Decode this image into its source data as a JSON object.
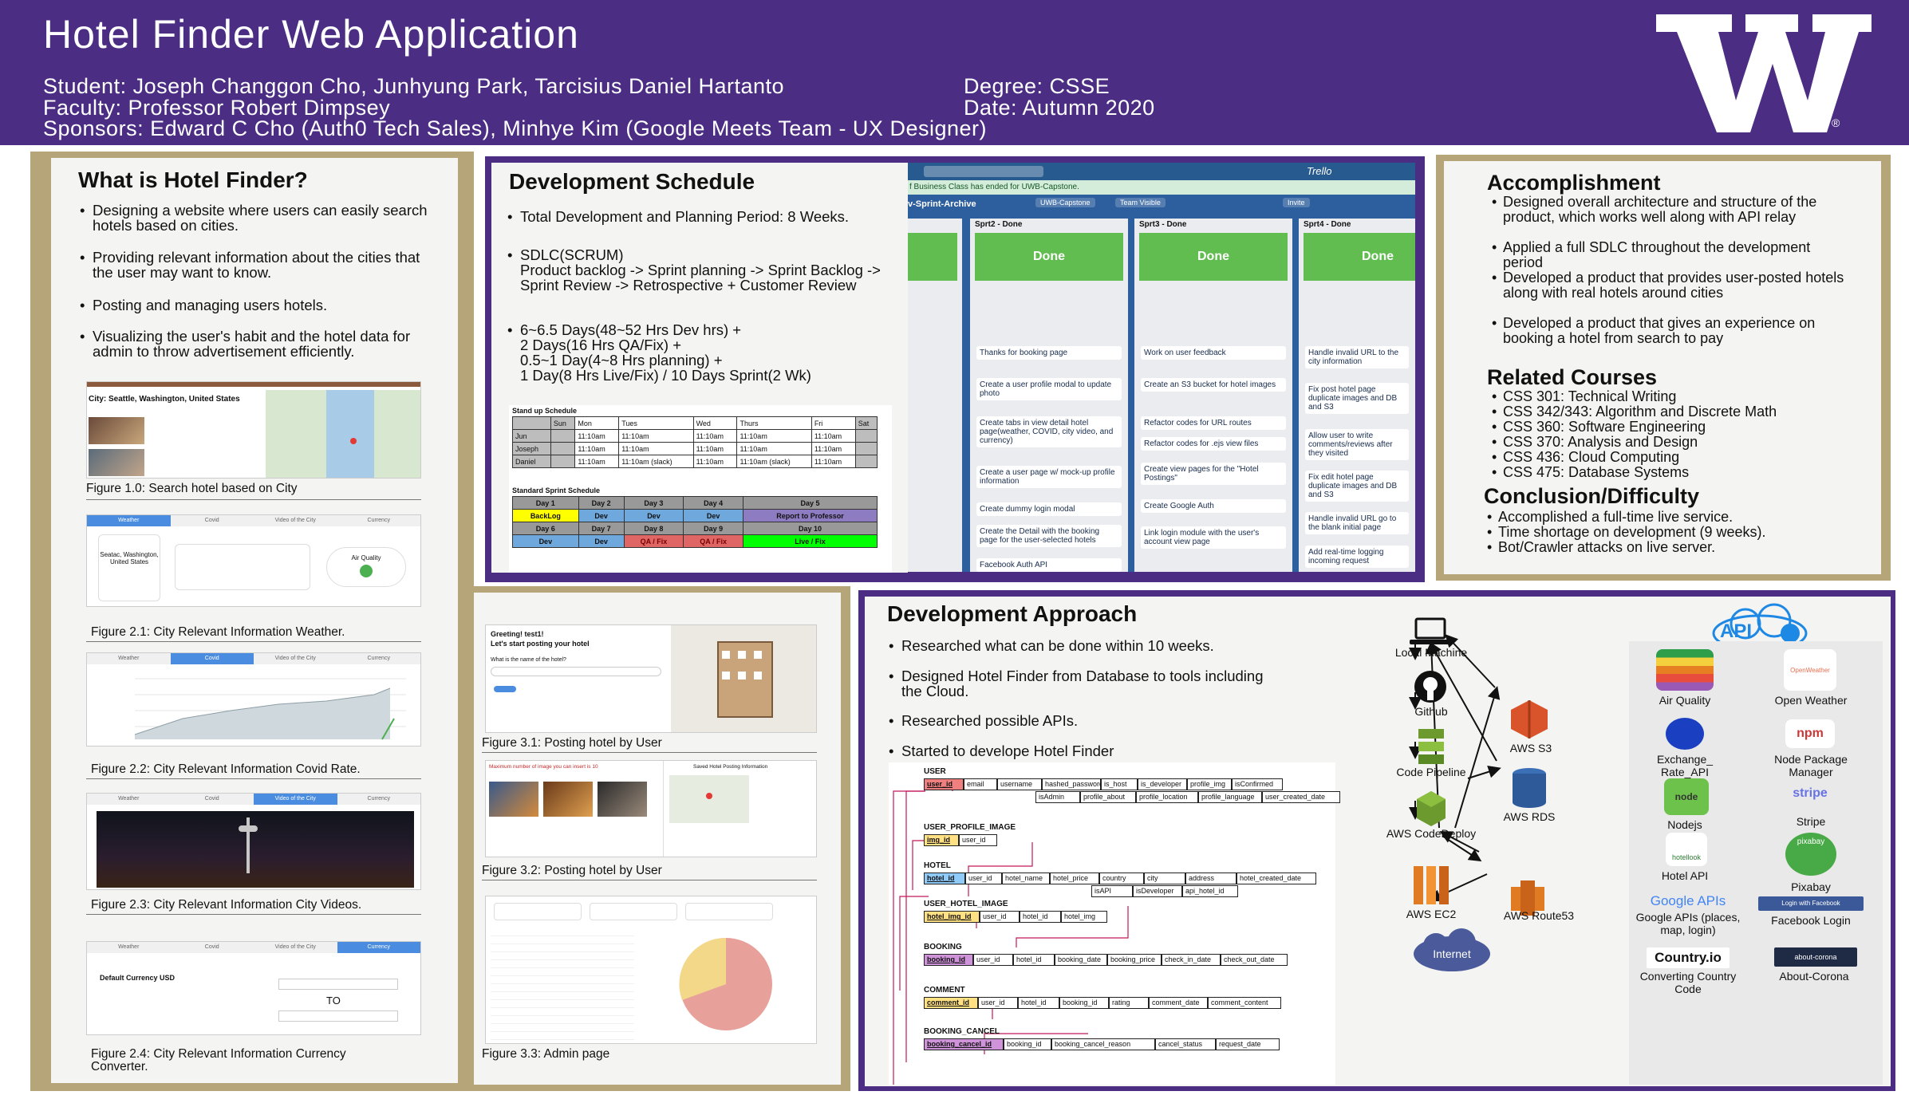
{
  "header": {
    "title": "Hotel Finder Web Application",
    "student": "Student: Joseph Changgon Cho, Junhyung Park, Tarcisius Daniel Hartanto",
    "faculty": "Faculty: Professor Robert Dimpsey",
    "sponsors": "Sponsors: Edward C Cho (Auth0 Tech Sales), Minhye Kim (Google Meets Team - UX Designer)",
    "degree": "Degree: CSSE",
    "date": "Date: Autumn 2020",
    "logo_text": "W",
    "logo_mark": "®"
  },
  "what": {
    "title": "What is Hotel Finder?",
    "bullets": [
      "Designing a website where users can easily search hotels based on cities.",
      "Providing relevant information about the cities that the user may want to know.",
      "Posting and managing users hotels.",
      "Visualizing the user's habit and the hotel data for admin to throw advertisement efficiently."
    ],
    "fig1_city": "City: Seattle, Washington, United States",
    "fig1": "Figure 1.0: Search hotel based on City",
    "tabs": [
      "Weather",
      "Covid",
      "Video of the City",
      "Currency"
    ],
    "fig21": "Figure 2.1: City Relevant Information Weather.",
    "fig22": "Figure 2.2: City Relevant Information Covid Rate.",
    "fig23": "Figure 2.3: City Relevant Information City Videos.",
    "fig24": "Figure 2.4: City Relevant Information Currency Converter.",
    "weather_city": "Seatac, Washington, United States",
    "air_quality": "Air Quality",
    "currency_default": "Default Currency USD",
    "currency_to": "TO",
    "fig31_greeting": "Greeting! test1!",
    "fig31_sub": "Let's start posting your hotel",
    "fig31_q": "What is the name of the hotel?",
    "fig31": "Figure 3.1: Posting hotel by User",
    "fig32_warn": "Maximum number of image you can insert is 10",
    "fig32_saved": "Saved Hotel Posting Information",
    "fig32": "Figure 3.2: Posting hotel by User",
    "fig33": "Figure 3.3: Admin page"
  },
  "schedule": {
    "title": "Development Schedule",
    "b1": "Total Development and Planning Period: 8 Weeks.",
    "b2_head": "SDLC(SCRUM)",
    "b2_body": "Product backlog -> Sprint planning -> Sprint Backlog -> Sprint Review -> Retrospective + Customer Review",
    "b3": [
      "6~6.5 Days(48~52 Hrs Dev hrs) +",
      "2 Days(16 Hrs QA/Fix) +",
      "0.5~1 Day(4~8 Hrs planning) +",
      "1 Day(8 Hrs Live/Fix) / 10 Days Sprint(2 Wk)"
    ],
    "standup_title": "Stand up Schedule",
    "standup_head": [
      "",
      "Sun",
      "Mon",
      "Tues",
      "Wed",
      "Thurs",
      "Fri",
      "Sat"
    ],
    "standup_rows": [
      [
        "Jun",
        "",
        "11:10am",
        "11:10am",
        "11:10am",
        "11:10am",
        "11:10am",
        ""
      ],
      [
        "Joseph",
        "",
        "11:10am",
        "11:10am",
        "11:10am",
        "11:10am",
        "11:10am",
        ""
      ],
      [
        "Daniel",
        "",
        "11:10am",
        "11:10am (slack)",
        "11:10am",
        "11:10am (slack)",
        "11:10am",
        ""
      ]
    ],
    "sprint_title": "Standard Sprint Schedule",
    "sprint_days1": [
      "Day 1",
      "Day 2",
      "Day 3",
      "Day 4",
      "Day 5"
    ],
    "sprint_tasks1": [
      "BackLog",
      "Dev",
      "Dev",
      "Dev",
      "Report to Professor"
    ],
    "sprint_days2": [
      "Day 6",
      "Day 7",
      "Day 8",
      "Day 9",
      "Day 10"
    ],
    "sprint_tasks2": [
      "Dev",
      "Dev",
      "QA / Fix",
      "QA / Fix",
      "Live / Fix"
    ],
    "colors": {
      "backlog": "#ffff00",
      "dev": "#6fa8dc",
      "report": "#8e7cc3",
      "qa": "#e06666",
      "live": "#00ff00"
    }
  },
  "trello": {
    "brand": "Trello",
    "notice": "f Business Class has ended for UWB-Capstone.",
    "board": "v-Sprint-Archive",
    "team": "UWB-Capstone",
    "visibility": "Team Visible",
    "invite": "Invite",
    "done": "Done",
    "columns": [
      {
        "name": "Sprt2 - Done",
        "cards": [
          "Thanks for booking page",
          "Create a user profile modal to update photo",
          "Create tabs in view detail hotel page(weather, COVID, city video, and currency)",
          "Create a user page w/ mock-up profile information",
          "Create dummy login modal",
          "Create the Detail with the booking page for the user-selected hotels",
          "Facebook Auth API"
        ]
      },
      {
        "name": "Sprt3 - Done",
        "cards": [
          "Work on user feedback",
          "Create an S3 bucket for hotel images",
          "Refactor codes for URL routes",
          "Refactor codes for .ejs view files",
          "Create view pages for the \"Hotel Postings\"",
          "Create Google Auth",
          "Link login module with the user's account view page"
        ]
      },
      {
        "name": "Sprt4 - Done",
        "cards": [
          "Handle invalid URL to the city information",
          "Fix post hotel page duplicate images and DB and S3",
          "Allow user to write comments/reviews after they visited",
          "Fix edit hotel page duplicate images and DB and S3",
          "Handle invalid URL go to the blank initial page",
          "Add real-time logging incoming request"
        ]
      }
    ]
  },
  "accomplishment": {
    "title": "Accomplishment",
    "bullets": [
      "Designed overall architecture and structure of the product, which works well along with API relay",
      "Applied a full SDLC throughout the development period",
      "Developed a product that provides user-posted hotels along with real hotels around cities",
      "Developed a product that gives an experience on booking a hotel from search to pay"
    ],
    "courses_title": "Related Courses",
    "courses": [
      "CSS 301: Technical Writing",
      "CSS 342/343: Algorithm and Discrete Math",
      "CSS 360: Software Engineering",
      "CSS 370: Analysis and Design",
      "CSS 436: Cloud Computing",
      "CSS 475: Database Systems"
    ],
    "conclusion_title": "Conclusion/Difficulty",
    "conclusion": [
      "Accomplished a full-time live service.",
      "Time shortage on development (9 weeks).",
      "Bot/Crawler attacks on live server."
    ]
  },
  "approach": {
    "title": "Development Approach",
    "bullets": [
      "Researched what can be done within 10 weeks.",
      "Designed Hotel Finder from Database to tools including the Cloud.",
      "Researched possible APIs.",
      "Started to develope Hotel Finder"
    ],
    "db": {
      "user_label": "USER",
      "user": [
        "user_id",
        "email",
        "username",
        "hashed_password",
        "is_host",
        "is_developer",
        "profile_img",
        "isConfirmed"
      ],
      "user2": [
        "isAdmin",
        "profile_about",
        "profile_location",
        "profile_language",
        "user_created_date"
      ],
      "upi_label": "USER_PROFILE_IMAGE",
      "upi": [
        "img_id",
        "user_id"
      ],
      "hotel_label": "HOTEL",
      "hotel": [
        "hotel_id",
        "user_id",
        "hotel_name",
        "hotel_price",
        "country",
        "city",
        "address",
        "hotel_created_date"
      ],
      "hotel2": [
        "isAPI",
        "isDeveloper",
        "api_hotel_id"
      ],
      "uhi_label": "USER_HOTEL_IMAGE",
      "uhi": [
        "hotel_img_id",
        "user_id",
        "hotel_id",
        "hotel_img"
      ],
      "booking_label": "BOOKING",
      "booking": [
        "booking_id",
        "user_id",
        "hotel_id",
        "booking_date",
        "booking_price",
        "check_in_date",
        "check_out_date"
      ],
      "comment_label": "COMMENT",
      "comment": [
        "comment_id",
        "user_id",
        "hotel_id",
        "booking_id",
        "rating",
        "comment_date",
        "comment_content"
      ],
      "cancel_label": "BOOKING_CANCEL",
      "cancel": [
        "booking_cancel_id",
        "booking_id",
        "booking_cancel_reason",
        "cancel_status",
        "request_date"
      ]
    },
    "flow": {
      "local": "Local Machine",
      "github": "Github",
      "pipeline": "Code Pipeline",
      "deploy": "AWS CodeDeploy",
      "ec2": "AWS EC2",
      "internet": "Internet",
      "s3": "AWS S3",
      "rds": "AWS RDS",
      "route53": "AWS Route53"
    },
    "api_badge": "API",
    "apis": [
      {
        "name": "Air Quality",
        "color": "#e8734a"
      },
      {
        "name": "Open Weather",
        "color": "#e96e50"
      },
      {
        "name": "Exchange_ Rate_API",
        "color": "#1a3fc1"
      },
      {
        "name": "Node Package Manager",
        "color": "#cb3837"
      },
      {
        "name": "Nodejs",
        "color": "#6cc24a"
      },
      {
        "name": "Stripe",
        "color": "#6772e5"
      },
      {
        "name": "Hotel API",
        "color": "#2e7d32"
      },
      {
        "name": "Pixabay",
        "color": "#48a947"
      },
      {
        "name": "Google APIs (places, map, login)",
        "color": "#4285f4"
      },
      {
        "name": "Facebook Login",
        "color": "#3b5998"
      },
      {
        "name": "Converting Country Code",
        "color": "#111111"
      },
      {
        "name": "About-Corona",
        "color": "#1f2a44"
      }
    ],
    "api_logos": {
      "google": "Google APIs",
      "fb": "Login with Facebook",
      "country": "Country.io",
      "corona": "about-corona",
      "npm": "npm",
      "stripe": "stripe",
      "pixabay": "pixabay",
      "hotellook": "hotellook",
      "node": "node",
      "openweather": "OpenWeather"
    }
  }
}
